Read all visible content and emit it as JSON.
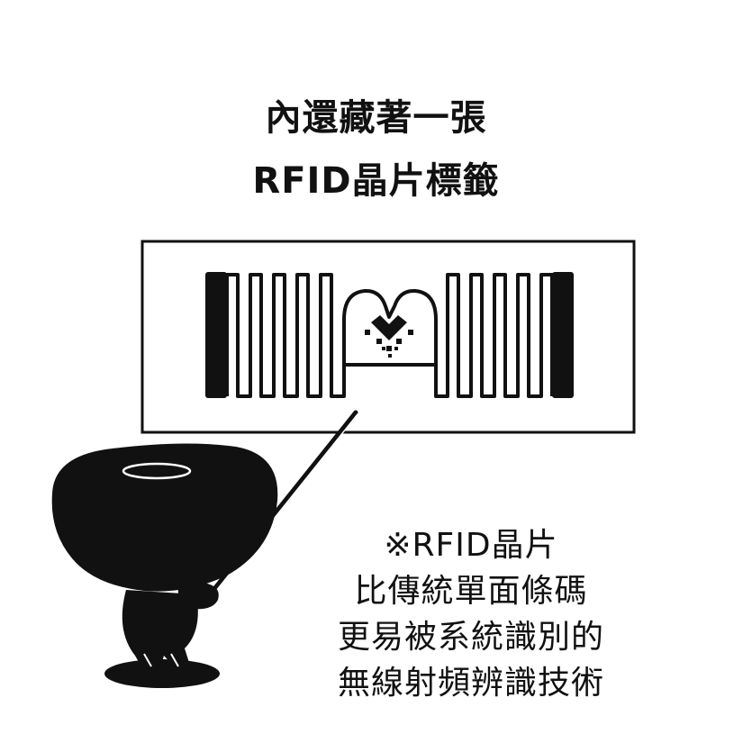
{
  "title": {
    "line1": "內還藏著一張",
    "line2": "RFID晶片標籤"
  },
  "note": {
    "line1": "※RFID晶片",
    "line2": "比傳統單面條碼",
    "line3": "更易被系統識別的",
    "line4": "無線射頻辨識技術"
  },
  "colors": {
    "ink": "#111111",
    "background": "#ffffff"
  },
  "icons": {
    "tag": "rfid-tag-antenna-icon",
    "mascot": "bean-mascot-pointing-icon"
  }
}
